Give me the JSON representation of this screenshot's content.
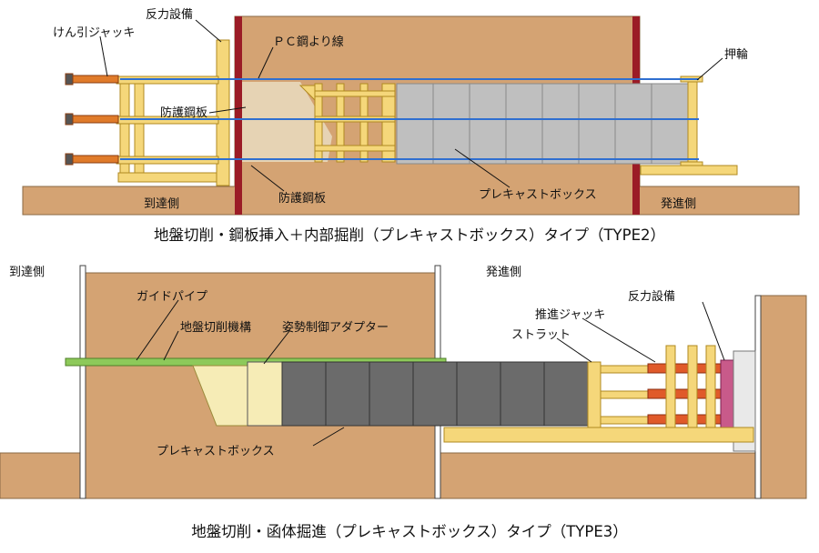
{
  "top": {
    "labels": {
      "tension_jack": "けん引ジャッキ",
      "reaction_top": "反力設備",
      "pc_strand": "ＰＣ鋼より線",
      "protect_plate_mid": "防護鋼板",
      "pusher": "押輪",
      "arrival_side": "到達側",
      "protect_plate_bottom": "防護鋼板",
      "precast_box": "プレキャストボックス",
      "departure_side": "発進側"
    },
    "caption": "地盤切削・鋼板挿入＋内部掘削（プレキャストボックス）タイプ（TYPE2）"
  },
  "bottom": {
    "labels": {
      "arrival_side": "到達側",
      "departure_side": "発進側",
      "guide_pipe": "ガイドパイプ",
      "reaction": "反力設備",
      "cutting_machine": "地盤切削機構",
      "posture_adapter": "姿勢制御アダプター",
      "thrust_jack": "推進ジャッキ",
      "strut": "ストラット",
      "precast_box": "プレキャストボックス"
    },
    "caption": "地盤切削・函体掘進（プレキャストボックス）タイプ（TYPE3）"
  },
  "colors": {
    "soil": "#d4a373",
    "box": "#bfbfbf",
    "box_dark": "#666666",
    "frame_yellow": "#f5d77a",
    "wall_red": "#9b1c26",
    "jack_orange": "#e07b2a",
    "guide_green": "#8dc95a",
    "strand_blue": "#2f6fd0"
  }
}
